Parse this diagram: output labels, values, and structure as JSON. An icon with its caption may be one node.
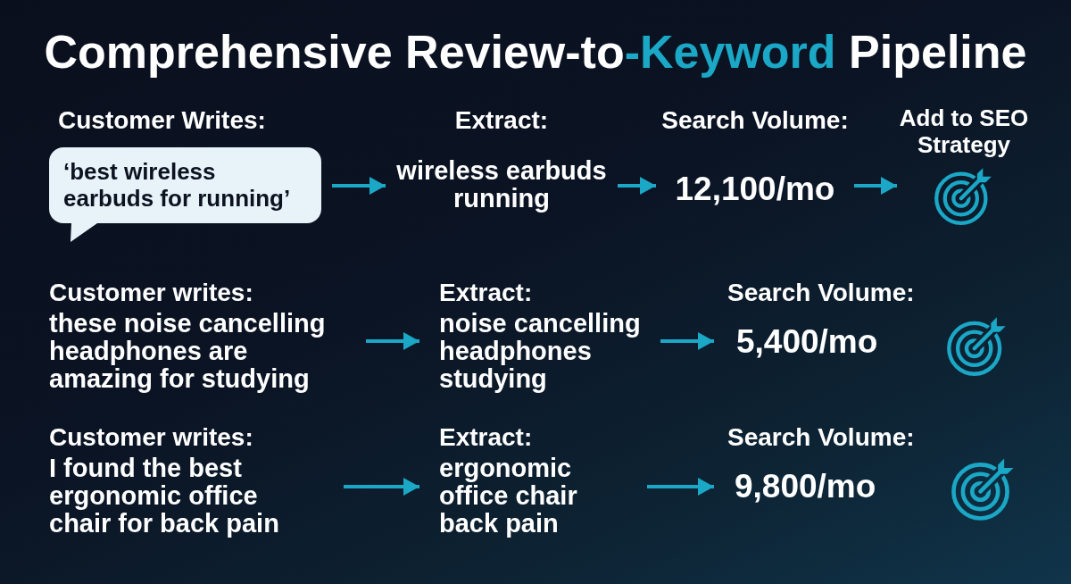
{
  "diagram": {
    "title": "Comprehensive Review-to**-Keyword** Pipeline",
    "nodes": [
      {
        "text": [
          "Customer Writes:",
          "‘best wireless earbuds for running’"
        ]
      },
      {
        "text": [
          "Extract:",
          "wireless earbuds running"
        ]
      },
      {
        "text": [
          "Search Volume:",
          "12,100/mo"
        ]
      },
      {
        "text": [
          "Add to SEO Strategy"
        ]
      },
      {
        "text": [
          "Customer writes:",
          "these noise cancelling headphones are amazing for studying"
        ]
      },
      {
        "text": [
          "Extract:",
          "noise cancelling headphones studying"
        ]
      },
      {
        "text": [
          "Search Volume:",
          "5,400/mo"
        ]
      },
      {
        "text": [],
        "shape": "picture"
      },
      {
        "text": [
          "Customer writes:",
          "I found the best ergonomic office chair for back pain"
        ]
      },
      {
        "text": [
          "Extract:",
          "ergonomic office chair back pain"
        ]
      },
      {
        "text": [
          "Search Volume:",
          "9,800/mo"
        ]
      },
      {
        "text": [],
        "shape": "picture"
      }
    ],
    "edges": [
      {
        "from": 0,
        "to": 1,
        "arrow": "to"
      },
      {
        "from": 1,
        "to": 2,
        "arrow": "to"
      },
      {
        "from": 2,
        "to": 3,
        "arrow": "to"
      },
      {
        "from": 4,
        "to": 5,
        "arrow": "to"
      },
      {
        "from": 5,
        "to": 6,
        "arrow": "to"
      },
      {
        "from": 8,
        "to": 9,
        "arrow": "to"
      },
      {
        "from": 9,
        "to": 10,
        "arrow": "to"
      }
    ]
  }
}
